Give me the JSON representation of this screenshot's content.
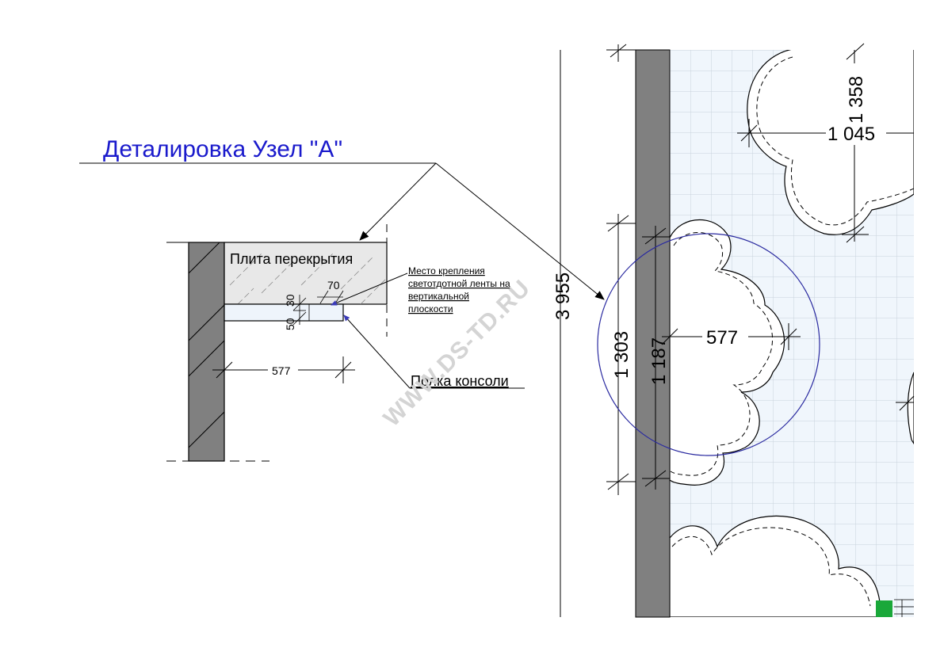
{
  "title": "Деталировка Узел \"А\"",
  "slab_label": "Плита перекрытия",
  "note_mount": [
    "Место крепления",
    "светотдотной ленты на",
    "вертикальной",
    "плоскости"
  ],
  "note_console": "Полка консоли",
  "watermark": "WWW.DS-TD.RU",
  "detail_dims": {
    "top_width": "70",
    "slab_offset": "30",
    "shelf_height": "50",
    "shelf_length": "577"
  },
  "plan_dims": {
    "total_height": "3 955",
    "outer_height": "1 303",
    "inner_height": "1 187",
    "depth": "577",
    "top_vertical": "1 358",
    "top_horizontal": "1 045"
  },
  "colors": {
    "title": "#1a1acc",
    "callout_circle": "#2a2aa0",
    "wall_fill": "#808080",
    "slab_fill": "#e8e8e8",
    "shelf_fill": "#eef4fb",
    "plan_area_fill": "#f0f6fc",
    "grid_line": "#c8d2dc",
    "green_marker": "#1aa83a",
    "watermark": "#d4d4d4"
  }
}
